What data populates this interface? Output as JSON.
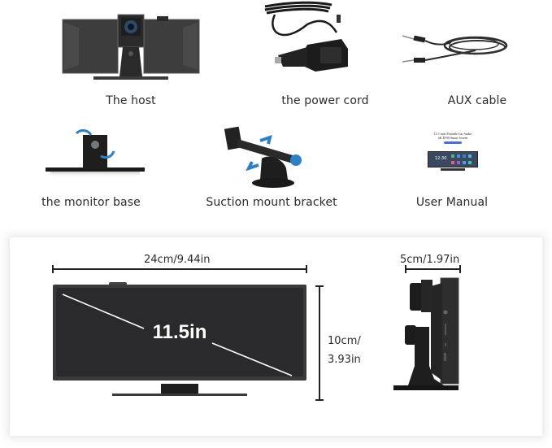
{
  "accessories": [
    {
      "id": "host",
      "label": "The host",
      "icon": "dashboard-monitor-rear-view"
    },
    {
      "id": "power-cord",
      "label": "the power cord",
      "icon": "car-charger-cable"
    },
    {
      "id": "aux-cable",
      "label": "AUX cable",
      "icon": "audio-cable-3.5mm"
    },
    {
      "id": "monitor-base",
      "label": "the monitor base",
      "icon": "monitor-base-plate"
    },
    {
      "id": "suction-mount",
      "label": "Suction mount bracket",
      "icon": "suction-mount-arm"
    },
    {
      "id": "user-manual",
      "label": "User Manual",
      "icon": "manual-booklet"
    }
  ],
  "manual_cover": {
    "title_line1": "11.5 inch Portable Car Audio",
    "title_line2": "4K DVR Smart Screen",
    "clock": "12:30"
  },
  "dimensions": {
    "width_label": "24cm/9.44in",
    "height_label_line1": "10cm/",
    "height_label_line2": "3.93in",
    "depth_label": "5cm/1.97in",
    "diagonal_label": "11.5in"
  },
  "colors": {
    "arrow_blue": "#2f7fc4",
    "device_dark": "#2a2a2c",
    "manual_button": "#4a6fd8"
  }
}
